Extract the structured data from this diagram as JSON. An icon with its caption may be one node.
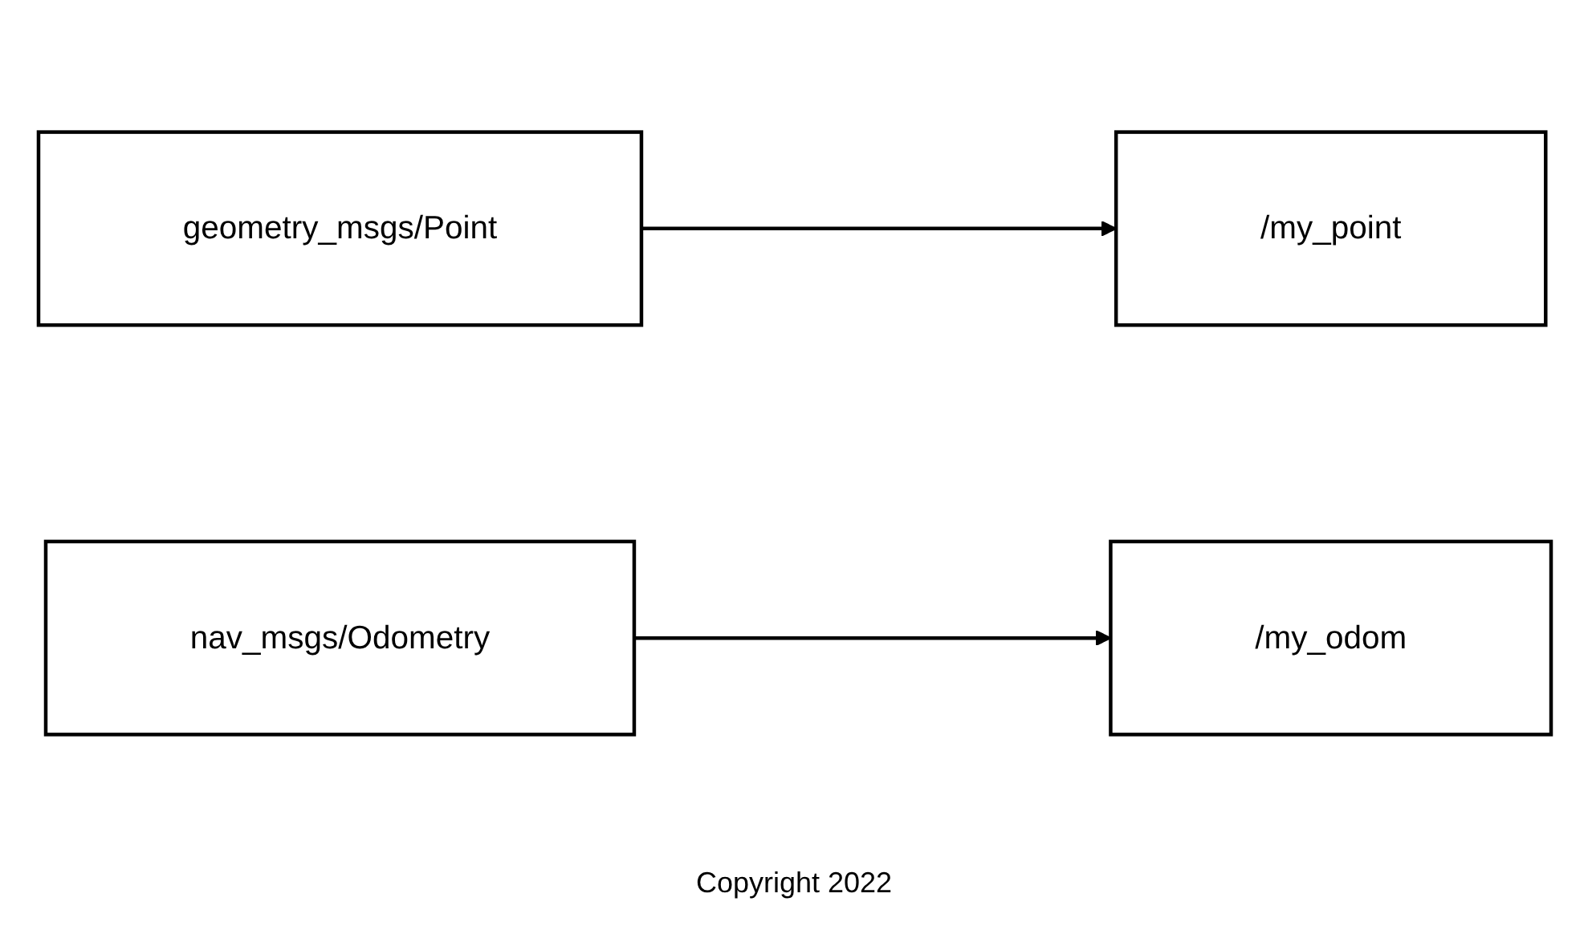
{
  "diagram": {
    "nodes": [
      {
        "text": [
          "geometry_msgs/Point"
        ]
      },
      {
        "text": [
          "/my_point"
        ]
      },
      {
        "text": [
          "nav_msgs/Odometry"
        ]
      },
      {
        "text": [
          "/my_odom"
        ]
      }
    ],
    "edges": [
      {
        "from": 0,
        "to": 1,
        "arrow": "to"
      },
      {
        "from": 2,
        "to": 3,
        "arrow": "to"
      }
    ],
    "labels": [
      "Copyright 2022"
    ]
  }
}
